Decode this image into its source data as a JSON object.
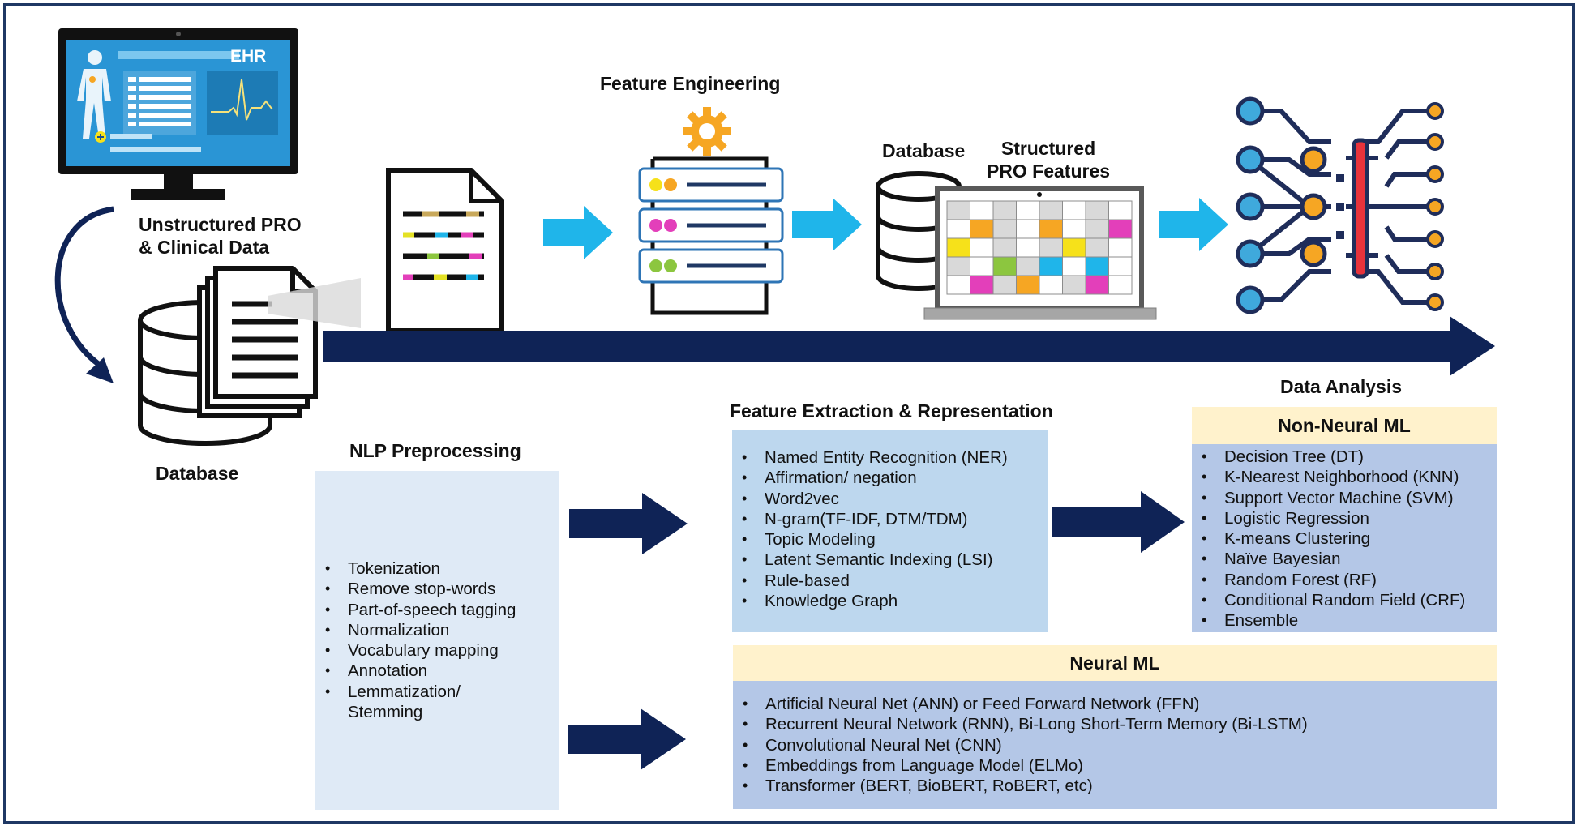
{
  "labels": {
    "ehr": "EHR",
    "unstructured_line1": "Unstructured PRO",
    "unstructured_line2": "& Clinical Data",
    "database_left": "Database",
    "feature_engineering": "Feature Engineering",
    "database_mid": "Database",
    "structured_line1": "Structured",
    "structured_line2": "PRO Features",
    "data_analysis": "Data Analysis",
    "nlp_preprocessing": "NLP Preprocessing",
    "feature_extraction": "Feature Extraction & Representation"
  },
  "nlp_items": [
    "Tokenization",
    "Remove stop-words",
    "Part-of-speech tagging",
    "Normalization",
    "Vocabulary mapping",
    "Annotation",
    "Lemmatization/",
    "Stemming"
  ],
  "feature_items": [
    "Named Entity Recognition (NER)",
    "Affirmation/ negation",
    "Word2vec",
    "N-gram(TF-IDF, DTM/TDM)",
    "Topic Modeling",
    "Latent Semantic Indexing (LSI)",
    "Rule-based",
    "Knowledge Graph"
  ],
  "non_neural": {
    "title": "Non-Neural ML",
    "items": [
      "Decision Tree (DT)",
      "K-Nearest Neighborhood (KNN)",
      "Support Vector Machine (SVM)",
      "Logistic Regression",
      "K-means Clustering",
      "Naïve Bayesian",
      "Random Forest (RF)",
      "Conditional Random Field (CRF)",
      "Ensemble"
    ]
  },
  "neural": {
    "title": "Neural ML",
    "items": [
      "Artificial Neural Net (ANN) or Feed Forward Network (FFN)",
      "Recurrent Neural Network (RNN), Bi-Long Short-Term Memory (Bi-LSTM)",
      "Convolutional Neural Net (CNN)",
      "Embeddings from Language Model (ELMo)",
      "Transformer (BERT, BioBERT, RoBERT, etc)"
    ]
  },
  "colors": {
    "navy": "#0f2356",
    "cyan_arrow": "#1fb5ea",
    "nlp_bg": "#dfeaf6",
    "feature_bg": "#bdd7ee",
    "ml_bg": "#b4c7e7",
    "header_bg": "#fff2cc",
    "node_blue": "#3fa9dc",
    "node_orange": "#f6a623",
    "bar_red": "#e8333b"
  }
}
